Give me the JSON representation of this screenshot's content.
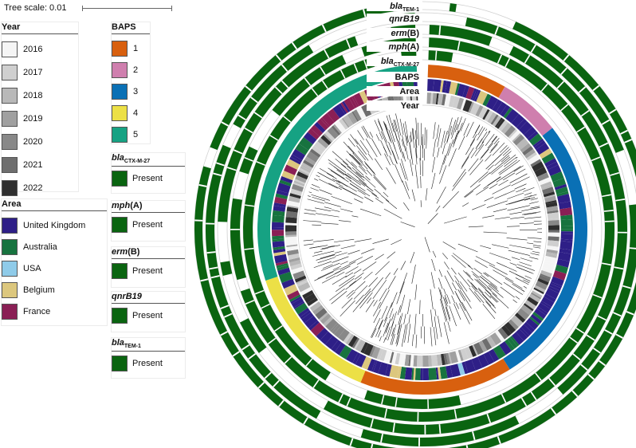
{
  "tree_scale": {
    "label": "Tree scale: 0.01"
  },
  "legends": {
    "year": {
      "title": "Year",
      "items": [
        {
          "label": "2016",
          "color": "#f5f5f5"
        },
        {
          "label": "2017",
          "color": "#cfcfcf"
        },
        {
          "label": "2018",
          "color": "#b8b8b8"
        },
        {
          "label": "2019",
          "color": "#a0a0a0"
        },
        {
          "label": "2020",
          "color": "#888888"
        },
        {
          "label": "2021",
          "color": "#6e6e6e"
        },
        {
          "label": "2022",
          "color": "#2f2f2f"
        }
      ]
    },
    "area": {
      "title": "Area",
      "items": [
        {
          "label": "United Kingdom",
          "color": "#2e1f87"
        },
        {
          "label": "Australia",
          "color": "#17733f"
        },
        {
          "label": "USA",
          "color": "#8fcbe9"
        },
        {
          "label": "Belgium",
          "color": "#dcc77e"
        },
        {
          "label": "France",
          "color": "#8a1f55"
        }
      ]
    },
    "baps": {
      "title": "BAPS",
      "items": [
        {
          "label": "1",
          "color": "#d8600f"
        },
        {
          "label": "2",
          "color": "#cf7fae"
        },
        {
          "label": "3",
          "color": "#0a70b5"
        },
        {
          "label": "4",
          "color": "#ece046"
        },
        {
          "label": "5",
          "color": "#16a283"
        }
      ]
    },
    "genes": [
      {
        "title_main": "bla",
        "title_sub": "CTX-M-27",
        "label": "Present",
        "color": "#0a6410"
      },
      {
        "title_main": "mph",
        "title_paren": "(A)",
        "label": "Present",
        "color": "#0a6410"
      },
      {
        "title_main": "erm",
        "title_paren": "(B)",
        "label": "Present",
        "color": "#0a6410"
      },
      {
        "title_main": "qnrB19",
        "label": "Present",
        "color": "#0a6410"
      },
      {
        "title_main": "bla",
        "title_sub": "TEM-1",
        "label": "Present",
        "color": "#0a6410"
      }
    ]
  },
  "ring_labels": {
    "bla_tem1": {
      "main": "bla",
      "sub": "TEM-1"
    },
    "qnrb19": {
      "main": "qnrB19"
    },
    "ermb": {
      "main": "erm",
      "paren": "(B)"
    },
    "mpha": {
      "main": "mph",
      "paren": "(A)"
    },
    "bla_ctx": {
      "main": "bla",
      "sub": "CTX-M-27"
    },
    "baps": {
      "main": "BAPS"
    },
    "area": {
      "main": "Area"
    },
    "year": {
      "main": "Year"
    }
  },
  "rings": {
    "baps_segments": [
      {
        "cluster": "1",
        "from": 2,
        "to": 30
      },
      {
        "cluster": "2",
        "from": 30,
        "to": 52
      },
      {
        "cluster": "3",
        "from": 52,
        "to": 148
      },
      {
        "cluster": "1",
        "from": 148,
        "to": 202
      },
      {
        "cluster": "4",
        "from": 202,
        "to": 252
      },
      {
        "cluster": "5",
        "from": 252,
        "to": 358
      }
    ]
  }
}
